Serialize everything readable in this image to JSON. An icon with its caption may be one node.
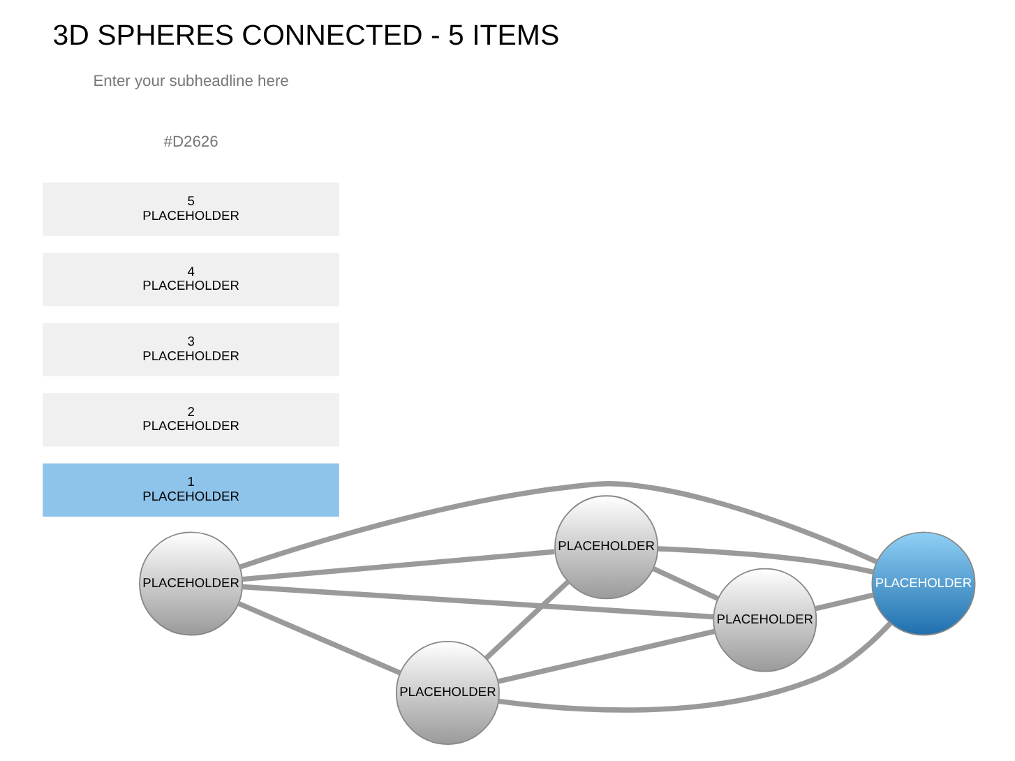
{
  "diagram": {
    "title": "3D SPHERES CONNECTED - 5 ITEMS",
    "nodes": [
      {
        "text": [
          "PLACEHOLDER"
        ]
      },
      {
        "text": [
          "PLACEHOLDER"
        ]
      },
      {
        "text": [
          "PLACEHOLDER"
        ]
      },
      {
        "text": [
          "PLACEHOLDER"
        ]
      },
      {
        "text": [
          "PLACEHOLDER"
        ]
      },
      {
        "text": [
          "1",
          "PLACEHOLDER"
        ]
      },
      {
        "text": [
          "2",
          "PLACEHOLDER"
        ]
      },
      {
        "text": [
          "3",
          "PLACEHOLDER"
        ]
      },
      {
        "text": [
          "4",
          "PLACEHOLDER"
        ]
      },
      {
        "text": [
          "5",
          "PLACEHOLDER"
        ]
      }
    ],
    "edges": [
      {
        "from": 0,
        "to": 1,
        "arrow": "none"
      },
      {
        "from": 0,
        "to": 2,
        "arrow": "none"
      },
      {
        "from": 0,
        "to": 3,
        "arrow": "none"
      },
      {
        "from": 0,
        "to": 4,
        "arrow": "none"
      },
      {
        "from": 1,
        "to": 2,
        "arrow": "none"
      },
      {
        "from": 1,
        "to": 3,
        "arrow": "none"
      },
      {
        "from": 1,
        "to": 4,
        "arrow": "none"
      },
      {
        "from": 2,
        "to": 3,
        "arrow": "none"
      },
      {
        "from": 2,
        "to": 4,
        "arrow": "none"
      },
      {
        "from": 3,
        "to": 4,
        "arrow": "none"
      }
    ],
    "labels": [
      "#D2626",
      "Enter your subheadline here"
    ]
  }
}
